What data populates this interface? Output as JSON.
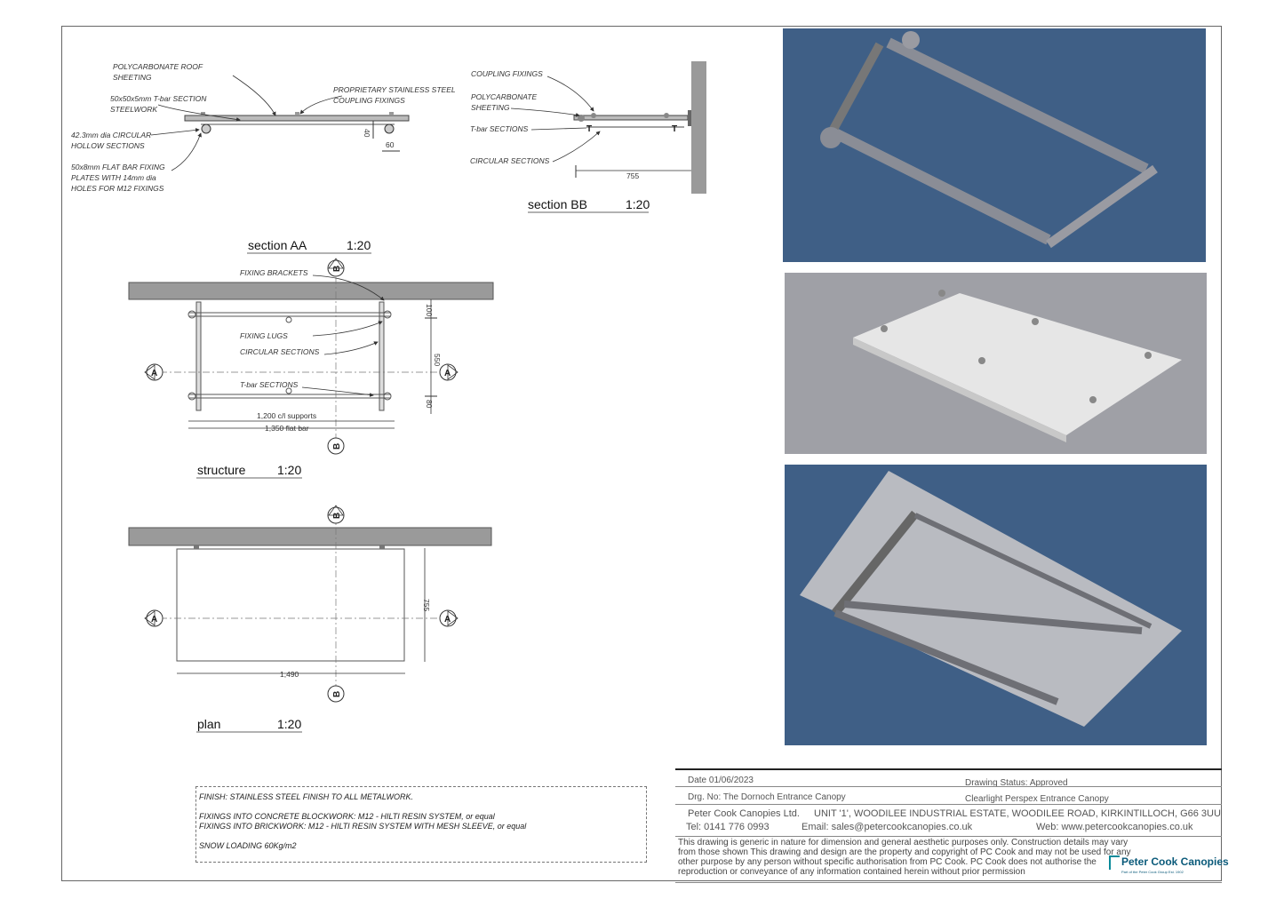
{
  "section_bb": {
    "title": "section BB",
    "scale": "1:20",
    "labels": [
      "POLYCARBONATE ROOF",
      "SHEETING",
      "50x50x5mm T-bar SECTION",
      "STEELWORK",
      "PROPRIETARY STAINLESS STEEL",
      "COUPLING FIXINGS",
      "42.3mm dia CIRCULAR",
      "HOLLOW SECTIONS",
      "50x8mm FLAT BAR FIXING",
      "PLATES WITH 14mm dia",
      "HOLES FOR M12 FIXINGS"
    ],
    "dims": [
      "40",
      "60"
    ]
  },
  "section_side": {
    "labels": [
      "COUPLING FIXINGS",
      "POLYCARBONATE",
      "SHEETING",
      "T-bar SECTIONS",
      "CIRCULAR SECTIONS"
    ],
    "dim": "755",
    "tbar": "T"
  },
  "section_aa": {
    "title": "section AA",
    "scale": "1:20"
  },
  "structure": {
    "title": "structure",
    "scale": "1:20",
    "labels": [
      "FIXING BRACKETS",
      "FIXING LUGS",
      "CIRCULAR SECTIONS",
      "T-bar SECTIONS"
    ],
    "dims": [
      "100",
      "550",
      "80",
      "1,200 c/l supports",
      "1,350  flat bar"
    ]
  },
  "plan": {
    "title": "plan",
    "scale": "1:20",
    "dims": [
      "755",
      "1,490"
    ]
  },
  "markers": {
    "a": "A",
    "b": "B"
  },
  "notes": [
    "FINISH: STAINLESS STEEL FINISH TO ALL METALWORK.",
    "",
    "FIXINGS INTO CONCRETE BLOCKWORK: M12 - HILTI RESIN SYSTEM, or equal",
    "FIXINGS INTO BRICKWORK: M12 - HILTI RESIN SYSTEM WITH MESH SLEEVE, or equal",
    "",
    "SNOW LOADING 60Kg/m2"
  ],
  "title_block": {
    "date": "Date 01/06/2023",
    "status": "Drawing Status: Approved",
    "drg_no": "Drg. No: The Dornoch Entrance Canopy",
    "product": "Clearlight Perspex Entrance Canopy",
    "company": "Peter Cook Canopies Ltd.",
    "address": "UNIT '1', WOODILEE INDUSTRIAL ESTATE, WOODILEE ROAD, KIRKINTILLOCH, G66 3UU",
    "tel": "Tel:  0141 776 0993",
    "email": "Email:  sales@petercookcanopies.co.uk",
    "web": "Web:  www.petercookcanopies.co.uk",
    "disclaimer": [
      "This drawing is generic in nature for dimension and general aesthetic purposes only. Construction details may vary",
      "from those shown This drawing and design are the property and copyright of PC Cook and may not be used for any",
      "other purpose by any person without specific authorisation from PC Cook. PC Cook does not authorise the",
      "reproduction or conveyance of any information contained herein without prior permission"
    ],
    "logo": "Peter Cook Canopies",
    "logo_sub": "Part of the Peter Cook Group Est. 1902"
  },
  "colors": {
    "render_blue": "#3f5f86",
    "render_grey": "#9a9ba2",
    "wall": "#9a9a9a"
  }
}
